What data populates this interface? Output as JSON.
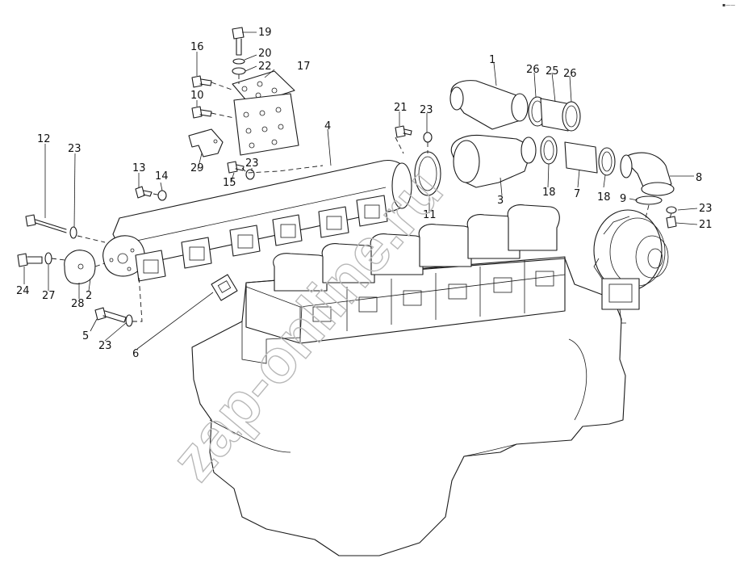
{
  "watermark": {
    "text": "zap-online.ru"
  },
  "corner_mark": "▪——",
  "callouts": [
    {
      "id": "c19",
      "text": "19"
    },
    {
      "id": "c16",
      "text": "16"
    },
    {
      "id": "c20",
      "text": "20"
    },
    {
      "id": "c22",
      "text": "22"
    },
    {
      "id": "c17",
      "text": "17"
    },
    {
      "id": "c10",
      "text": "10"
    },
    {
      "id": "c29",
      "text": "29"
    },
    {
      "id": "c23a",
      "text": "23"
    },
    {
      "id": "c15",
      "text": "15"
    },
    {
      "id": "c4",
      "text": "4"
    },
    {
      "id": "c12",
      "text": "12"
    },
    {
      "id": "c23b",
      "text": "23"
    },
    {
      "id": "c13",
      "text": "13"
    },
    {
      "id": "c14",
      "text": "14"
    },
    {
      "id": "c24",
      "text": "24"
    },
    {
      "id": "c27",
      "text": "27"
    },
    {
      "id": "c28",
      "text": "28"
    },
    {
      "id": "c2",
      "text": "2"
    },
    {
      "id": "c5",
      "text": "5"
    },
    {
      "id": "c23c",
      "text": "23"
    },
    {
      "id": "c6",
      "text": "6"
    },
    {
      "id": "c1",
      "text": "1"
    },
    {
      "id": "c26a",
      "text": "26"
    },
    {
      "id": "c25",
      "text": "25"
    },
    {
      "id": "c26b",
      "text": "26"
    },
    {
      "id": "c21a",
      "text": "21"
    },
    {
      "id": "c23d",
      "text": "23"
    },
    {
      "id": "c3",
      "text": "3"
    },
    {
      "id": "c11",
      "text": "11"
    },
    {
      "id": "c18a",
      "text": "18"
    },
    {
      "id": "c7",
      "text": "7"
    },
    {
      "id": "c18b",
      "text": "18"
    },
    {
      "id": "c8",
      "text": "8"
    },
    {
      "id": "c9",
      "text": "9"
    },
    {
      "id": "c23e",
      "text": "23"
    },
    {
      "id": "c21b",
      "text": "21"
    }
  ]
}
